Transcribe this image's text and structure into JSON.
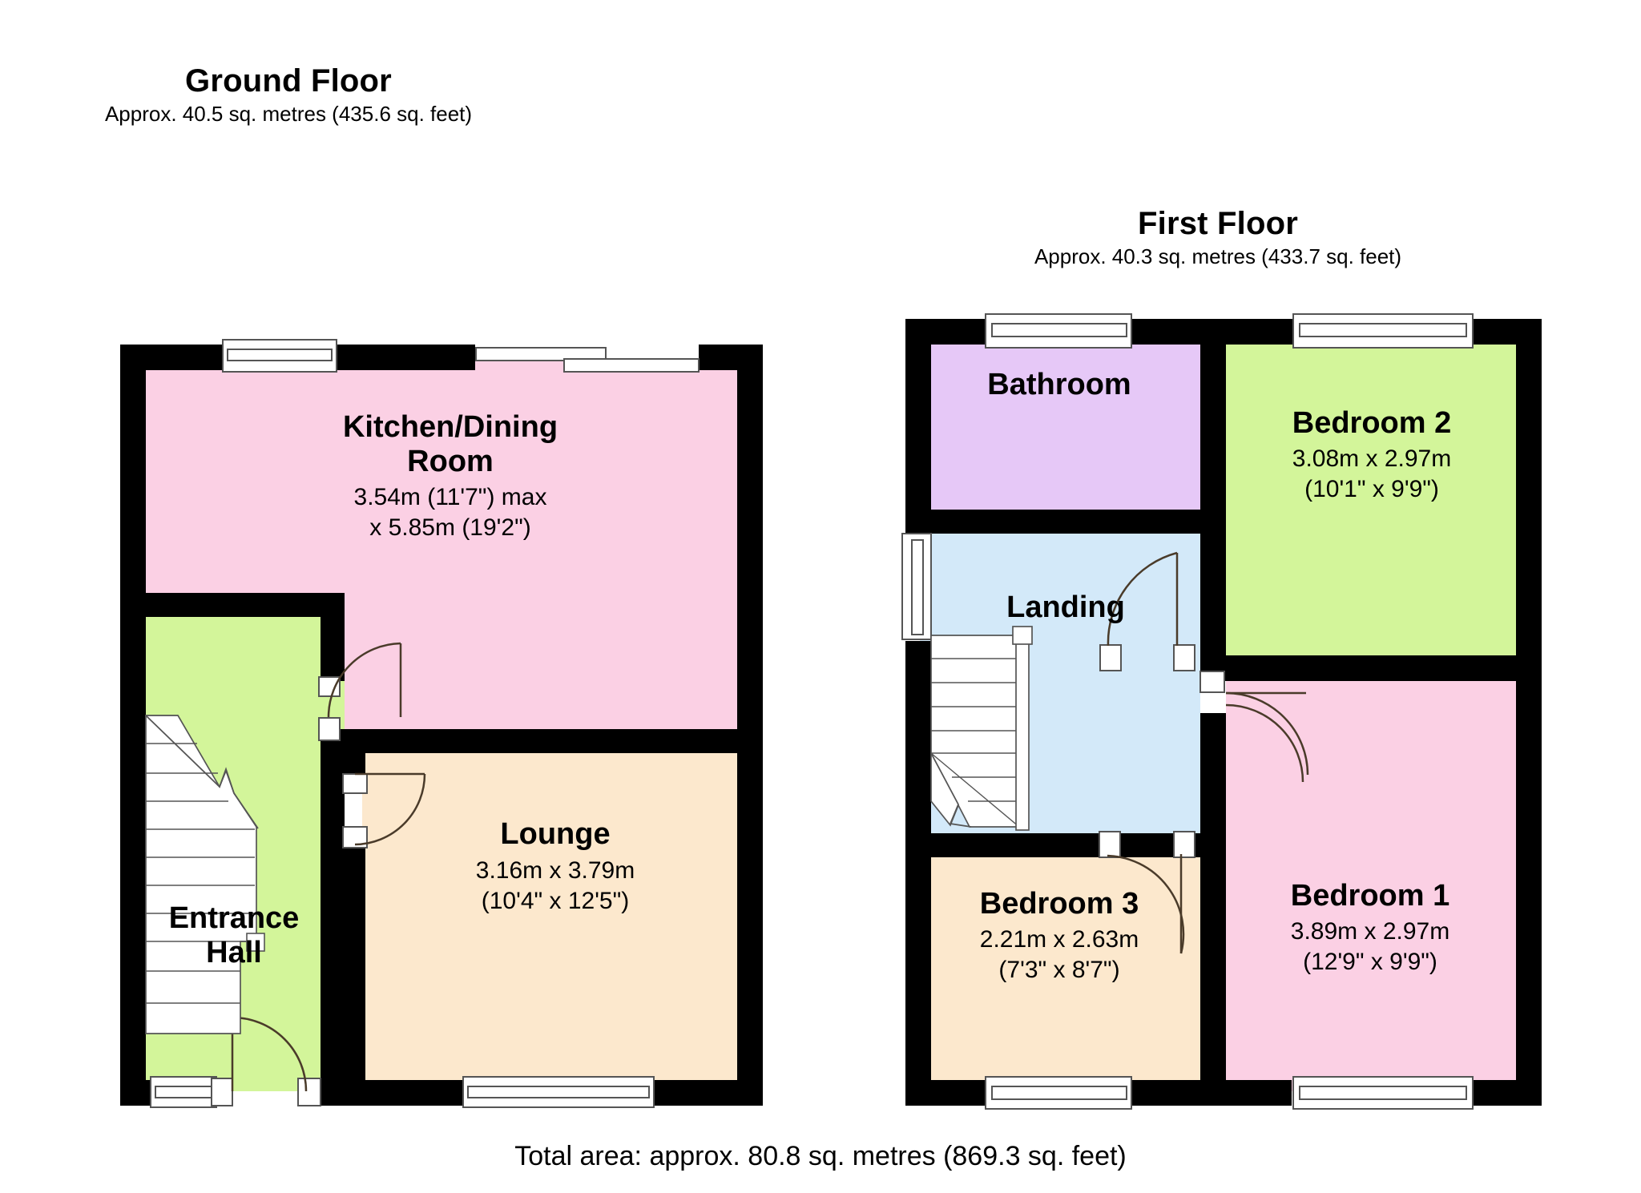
{
  "document": {
    "kind": "property-floor-plan",
    "total_area_text": "Total area: approx. 80.8 sq. metres (869.3 sq. feet)"
  },
  "floors": [
    {
      "id": "ground",
      "title": "Ground Floor",
      "subtitle": "Approx. 40.5 sq. metres (435.6 sq. feet)",
      "area_sq_m": 40.5,
      "area_sq_ft": 435.6,
      "rooms": [
        {
          "id": "kitchen-dining",
          "name_line1": "Kitchen/Dining",
          "name_line2": "Room",
          "dim_line1": "3.54m (11'7\") max",
          "dim_line2": "x 5.85m (19'2\")",
          "fill": "#fbd0e4"
        },
        {
          "id": "lounge",
          "name_line1": "Lounge",
          "name_line2": "",
          "dim_line1": "3.16m x 3.79m",
          "dim_line2": "(10'4\" x 12'5\")",
          "fill": "#fce8cd"
        },
        {
          "id": "entrance-hall",
          "name_line1": "Entrance",
          "name_line2": "Hall",
          "dim_line1": "",
          "dim_line2": "",
          "fill": "#d3f59a"
        }
      ]
    },
    {
      "id": "first",
      "title": "First Floor",
      "subtitle": "Approx. 40.3 sq. metres (433.7 sq. feet)",
      "area_sq_m": 40.3,
      "area_sq_ft": 433.7,
      "rooms": [
        {
          "id": "bathroom",
          "name_line1": "Bathroom",
          "name_line2": "",
          "dim_line1": "",
          "dim_line2": "",
          "fill": "#e6c8f7"
        },
        {
          "id": "bedroom-2",
          "name_line1": "Bedroom 2",
          "name_line2": "",
          "dim_line1": "3.08m x 2.97m",
          "dim_line2": "(10'1\" x 9'9\")",
          "fill": "#d3f59a"
        },
        {
          "id": "landing",
          "name_line1": "Landing",
          "name_line2": "",
          "dim_line1": "",
          "dim_line2": "",
          "fill": "#d3e9f9"
        },
        {
          "id": "bedroom-3",
          "name_line1": "Bedroom 3",
          "name_line2": "",
          "dim_line1": "2.21m x 2.63m",
          "dim_line2": "(7'3\" x 8'7\")",
          "fill": "#fce8cd"
        },
        {
          "id": "bedroom-1",
          "name_line1": "Bedroom 1",
          "name_line2": "",
          "dim_line1": "3.89m x 2.97m",
          "dim_line2": "(12'9\" x 9'9\")",
          "fill": "#fbd0e4"
        }
      ]
    }
  ],
  "palette": {
    "wall": "#000000",
    "background": "#ffffff",
    "window_fill": "#ffffff",
    "window_stroke": "#666666",
    "door_stroke": "#4a3b2a",
    "stair_fill": "#ffffff",
    "stair_stroke": "#555555",
    "pink": "#fbd0e4",
    "green": "#d3f59a",
    "cream": "#fce8cd",
    "purple": "#e6c8f7",
    "blue": "#d3e9f9"
  }
}
